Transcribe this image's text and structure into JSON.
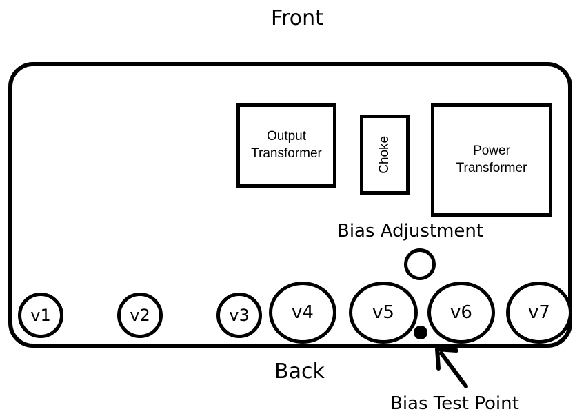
{
  "labels": {
    "front": "Front",
    "back": "Back",
    "bias_adjustment": "Bias Adjustment",
    "bias_test_point": "Bias Test Point"
  },
  "components": {
    "output_transformer": "Output\nTransformer",
    "choke": "Choke",
    "power_transformer": "Power\nTransformer"
  },
  "tubes": [
    "v1",
    "v2",
    "v3",
    "v4",
    "v5",
    "v6",
    "v7"
  ]
}
